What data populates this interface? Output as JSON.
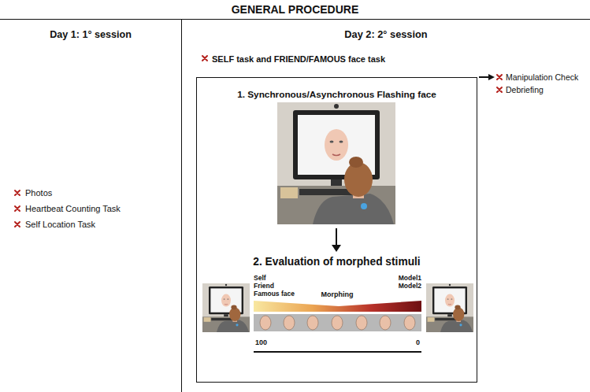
{
  "diagram": {
    "title": "GENERAL PROCEDURE",
    "nodes": [
      {
        "text": [
          "Day 1: 1° session"
        ]
      },
      {
        "text": [
          "Day 2: 2° session",
          "SELF task and FRIEND/FAMOUS face task"
        ]
      },
      {
        "text": [
          "1. Synchronous/Asynchronous Flashing face",
          "2. Evaluation of morphed stimuli"
        ],
        "in": 1
      }
    ],
    "labels": [
      "Photos",
      "Heartbeat Counting Task",
      "Self Location Task",
      "Manipulation Check",
      "Debriefing",
      "Self",
      "Friend",
      "Famous face",
      "Morphing",
      "Model1",
      "Model2",
      "100",
      "0"
    ]
  }
}
